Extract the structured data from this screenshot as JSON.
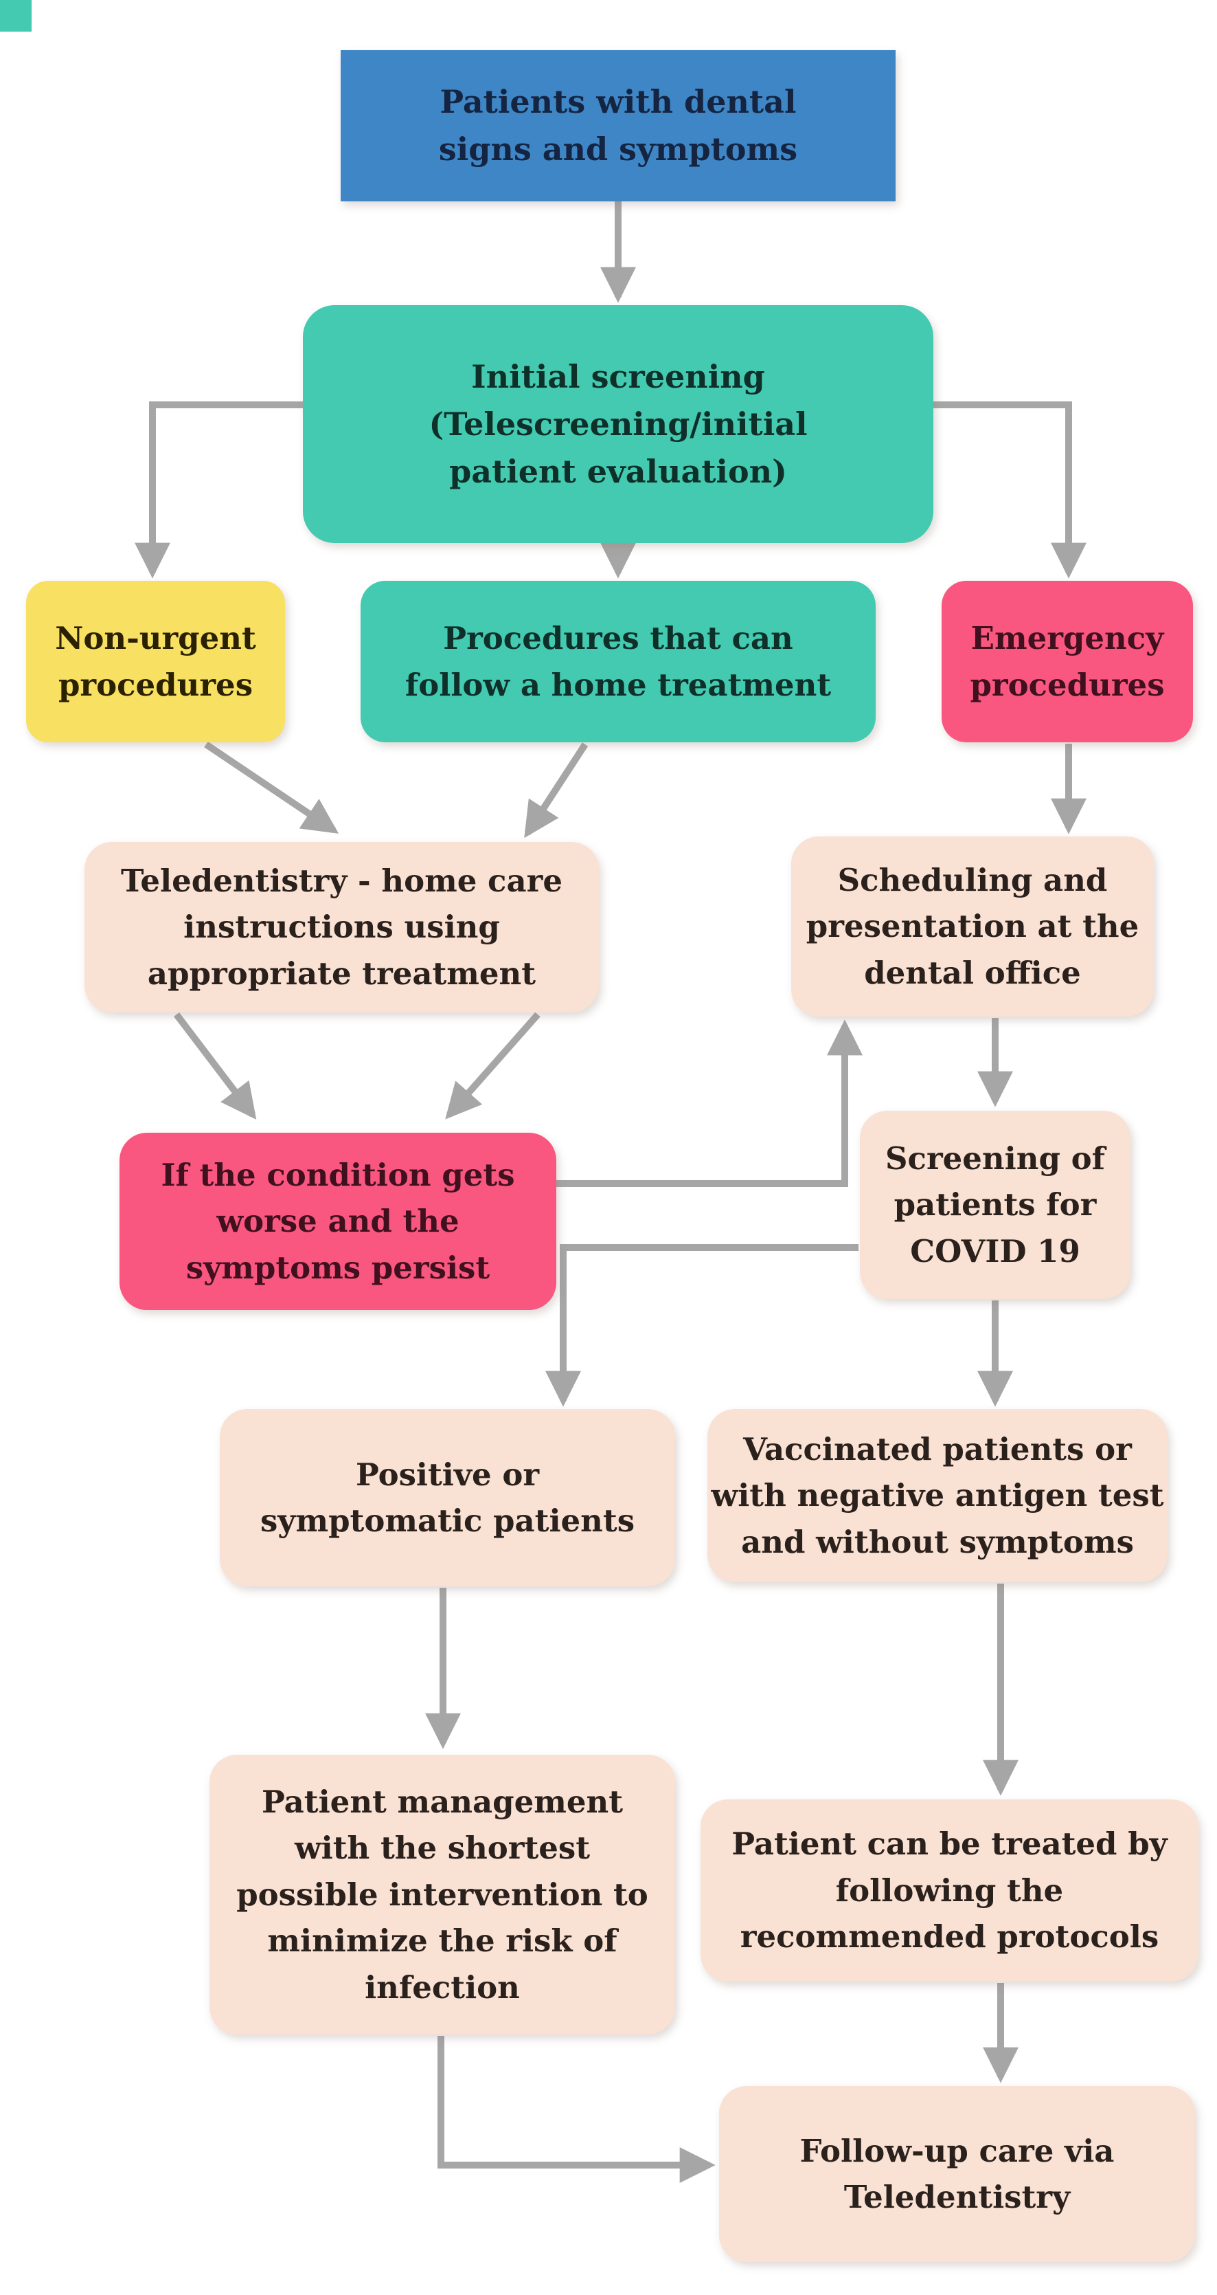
{
  "diagram": {
    "title": "Dental patient COVID-19 triage flowchart",
    "background_color": "#ffffff",
    "arrow_color": "#a6a6a6",
    "corner_accent_color": "#43cab1",
    "palette": {
      "blue": {
        "bg": "#3e86c6",
        "text": "#152441"
      },
      "teal": {
        "bg": "#43cab1",
        "text": "#0f2f29"
      },
      "yellow": {
        "bg": "#f8e063",
        "text": "#2a2103"
      },
      "pink": {
        "bg": "#f9577f",
        "text": "#40101f"
      },
      "peach": {
        "bg": "#f9e1d4",
        "text": "#2b211c"
      }
    },
    "nodes": [
      {
        "id": "patients",
        "color": "blue",
        "label": "Patients  with dental\nsigns and symptoms"
      },
      {
        "id": "initial-screening",
        "color": "teal",
        "label": "Initial screening\n(Telescreening/initial\npatient evaluation)"
      },
      {
        "id": "non-urgent",
        "color": "yellow",
        "label": "Non-urgent\nprocedures"
      },
      {
        "id": "home-treatment",
        "color": "teal",
        "label": "Procedures that can\nfollow a home treatment"
      },
      {
        "id": "emergency",
        "color": "pink",
        "label": "Emergency\nprocedures"
      },
      {
        "id": "teledentistry",
        "color": "peach",
        "label": "Teledentistry - home care\ninstructions using\nappropriate treatment"
      },
      {
        "id": "scheduling",
        "color": "peach",
        "label": "Scheduling and\npresentation at the\ndental office"
      },
      {
        "id": "condition-worse",
        "color": "pink",
        "label": "If the condition gets\nworse and the\nsymptoms persist"
      },
      {
        "id": "covid-screening",
        "color": "peach",
        "label": "Screening of\npatients for\nCOVID 19"
      },
      {
        "id": "positive",
        "color": "peach",
        "label": "Positive or\nsymptomatic patients"
      },
      {
        "id": "vaccinated",
        "color": "peach",
        "label": "Vaccinated patients or\nwith negative antigen test\nand without symptoms"
      },
      {
        "id": "management",
        "color": "peach",
        "label": "Patient management\nwith the shortest\npossible intervention to\nminimize the risk of\ninfection"
      },
      {
        "id": "protocols",
        "color": "peach",
        "label": "Patient can be treated by\nfollowing the\nrecommended protocols"
      },
      {
        "id": "followup",
        "color": "peach",
        "label": "Follow-up care via\nTeledentistry"
      }
    ],
    "edges": [
      {
        "from": "patients",
        "to": "initial-screening"
      },
      {
        "from": "initial-screening",
        "to": "non-urgent"
      },
      {
        "from": "initial-screening",
        "to": "home-treatment"
      },
      {
        "from": "initial-screening",
        "to": "emergency"
      },
      {
        "from": "non-urgent",
        "to": "teledentistry"
      },
      {
        "from": "home-treatment",
        "to": "teledentistry"
      },
      {
        "from": "emergency",
        "to": "scheduling"
      },
      {
        "from": "teledentistry",
        "to": "condition-worse"
      },
      {
        "from": "condition-worse",
        "to": "scheduling"
      },
      {
        "from": "scheduling",
        "to": "covid-screening"
      },
      {
        "from": "covid-screening",
        "to": "positive"
      },
      {
        "from": "covid-screening",
        "to": "vaccinated"
      },
      {
        "from": "positive",
        "to": "management"
      },
      {
        "from": "vaccinated",
        "to": "protocols"
      },
      {
        "from": "management",
        "to": "followup"
      },
      {
        "from": "protocols",
        "to": "followup"
      }
    ]
  }
}
